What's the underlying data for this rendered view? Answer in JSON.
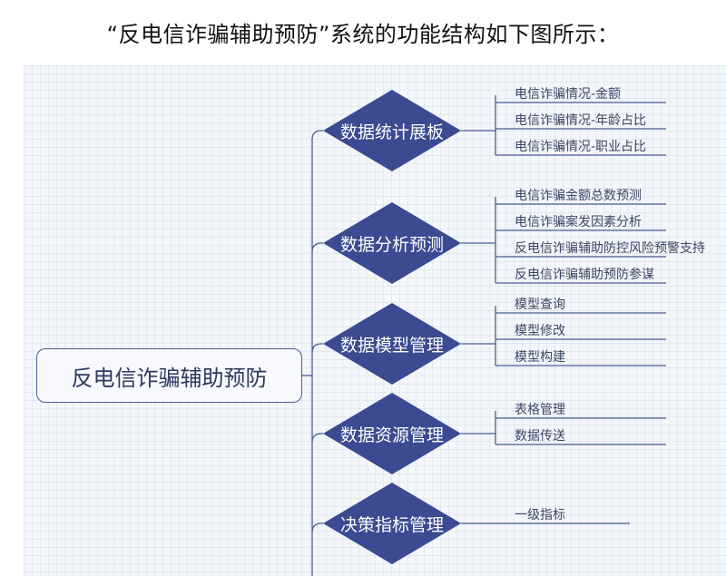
{
  "caption": "“反电信诈骗辅助预防”系统的功能结构如下图所示：",
  "colors": {
    "branch_fill": "#3b4a91",
    "line": "#4a5e93",
    "leaf_text": "#3c4766"
  },
  "diagram": {
    "root": "反电信诈骗辅助预防",
    "branches": [
      {
        "label": "数据统计展板",
        "children": [
          "电信诈骗情况-金额",
          "电信诈骗情况-年龄占比",
          "电信诈骗情况-职业占比"
        ]
      },
      {
        "label": "数据分析预测",
        "children": [
          "电信诈骗金额总数预测",
          "电信诈骗案发因素分析",
          "反电信诈骗辅助防控风险预警支持",
          "反电信诈骗辅助预防参谋"
        ]
      },
      {
        "label": "数据模型管理",
        "children": [
          "模型查询",
          "模型修改",
          "模型构建"
        ]
      },
      {
        "label": "数据资源管理",
        "children": [
          "表格管理",
          "数据传送"
        ]
      },
      {
        "label": "决策指标管理",
        "children": [
          "一级指标"
        ]
      }
    ]
  }
}
